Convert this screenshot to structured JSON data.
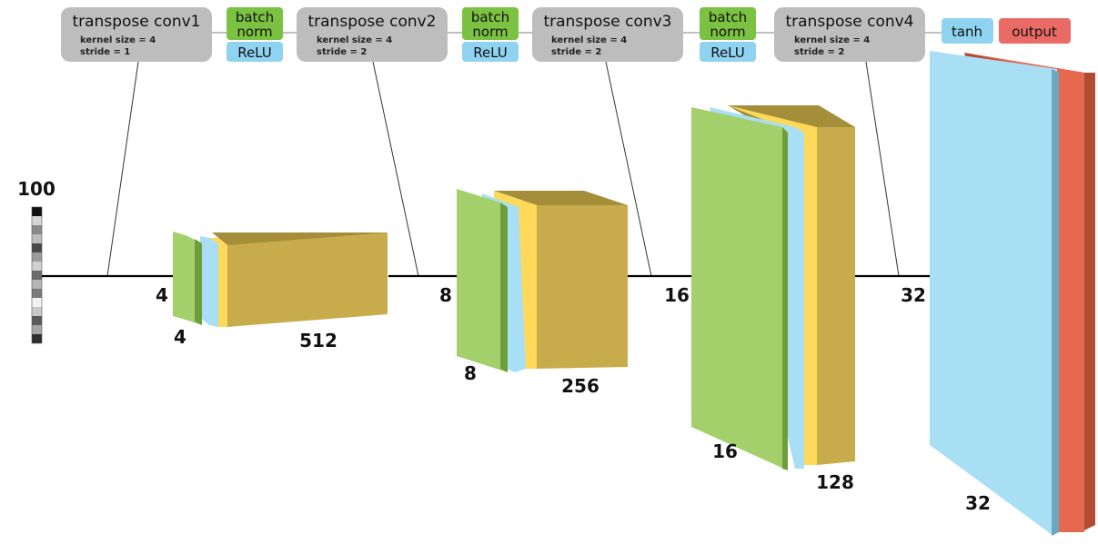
{
  "input": {
    "size_label": "100"
  },
  "layers": [
    {
      "title": "transpose conv1",
      "kernel": "kernel size = 4",
      "stride": "stride = 1"
    },
    {
      "title": "transpose conv2",
      "kernel": "kernel size = 4",
      "stride": "stride = 2"
    },
    {
      "title": "transpose conv3",
      "kernel": "kernel size = 4",
      "stride": "stride = 2"
    },
    {
      "title": "transpose conv4",
      "kernel": "kernel size = 4",
      "stride": "stride = 2"
    }
  ],
  "tags": {
    "batch_norm_line1": "batch",
    "batch_norm_line2": "norm",
    "relu": "ReLU",
    "tanh": "tanh",
    "output": "output"
  },
  "dims": {
    "b1_height": "4",
    "b1_width": "4",
    "b1_depth": "512",
    "b2_height": "8",
    "b2_width": "8",
    "b2_depth": "256",
    "b3_height": "16",
    "b3_width": "16",
    "b3_depth": "128",
    "b4_height": "32",
    "b4_width": "32"
  },
  "colors": {
    "conv_box": "#bdbdbd",
    "batch_norm": "#7cc242",
    "relu": "#8fd3f0",
    "tanh": "#8fd3f0",
    "output": "#ea6b66",
    "green_slab": "#a3d06b",
    "blue_slab": "#a9dff5",
    "yellow_slab": "#ffd95a",
    "gold_block": "#c8ac4b",
    "red_slab": "#e4694f"
  }
}
